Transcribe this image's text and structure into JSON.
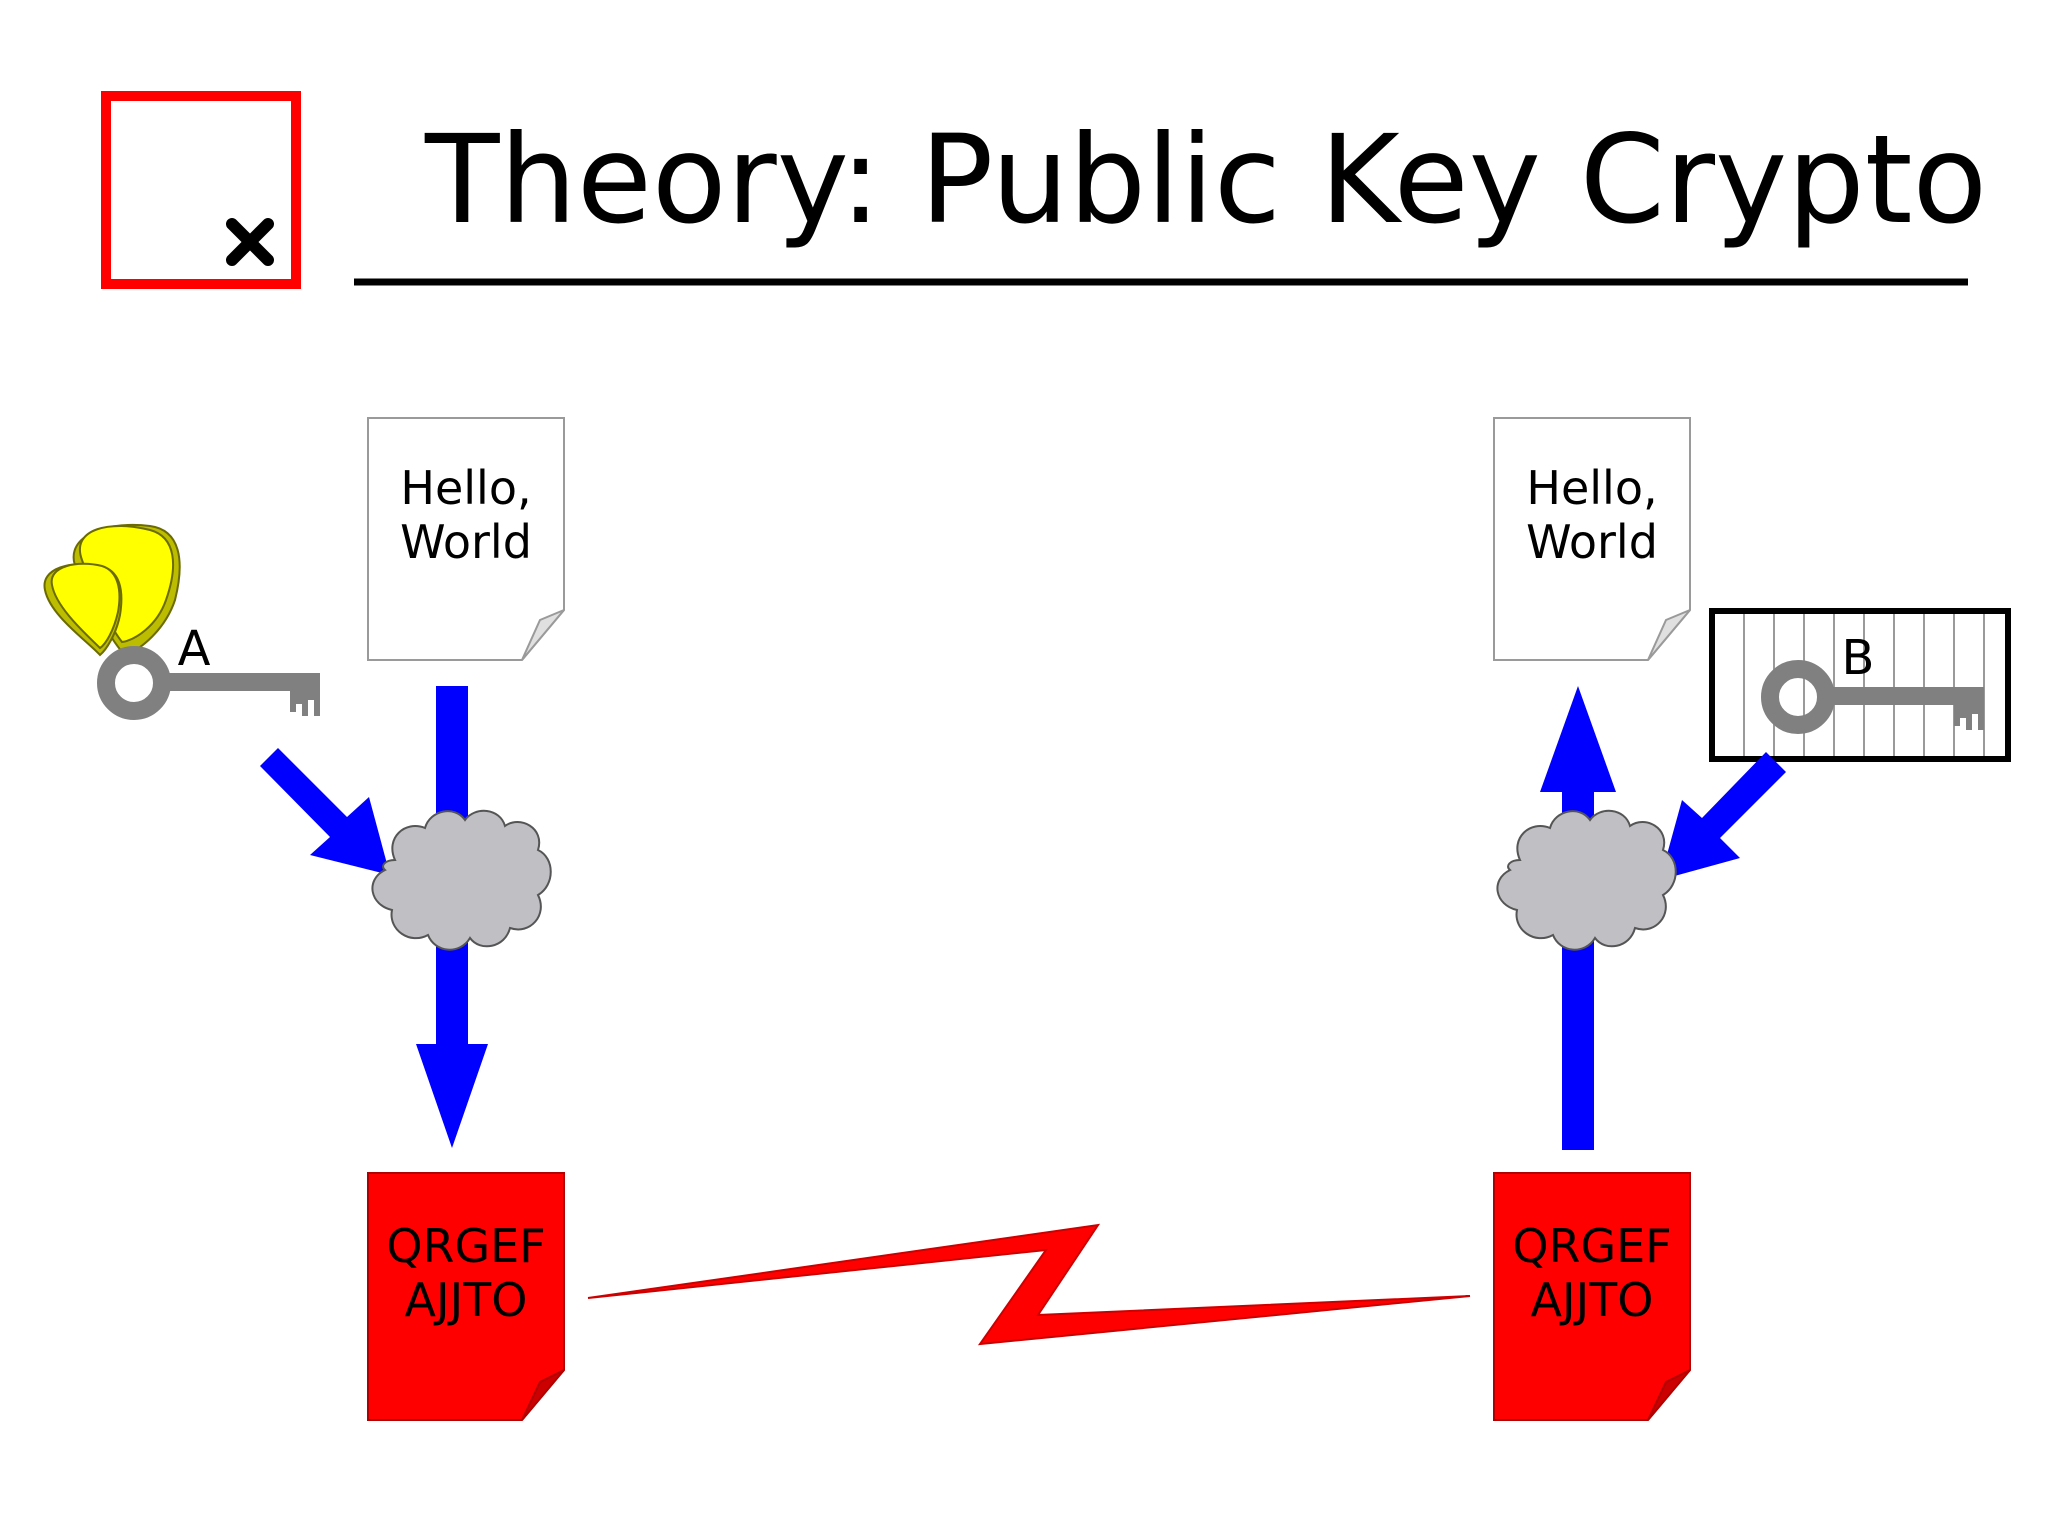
{
  "title": "Theory: Public Key Crypto",
  "left": {
    "plaintext": [
      "Hello,",
      "World"
    ],
    "ciphertext": [
      "QRGEF",
      "AJJTO"
    ],
    "key_label": "A"
  },
  "right": {
    "plaintext": [
      "Hello,",
      "World"
    ],
    "ciphertext": [
      "QRGEF",
      "AJJTO"
    ],
    "key_label": "B"
  },
  "colors": {
    "arrow": "#0000ff",
    "ciphertext_doc": "#ff0000",
    "cloud": "#bfbfc4",
    "key": "#808080",
    "logo": "#ff0000",
    "wing": "#ffff00"
  }
}
